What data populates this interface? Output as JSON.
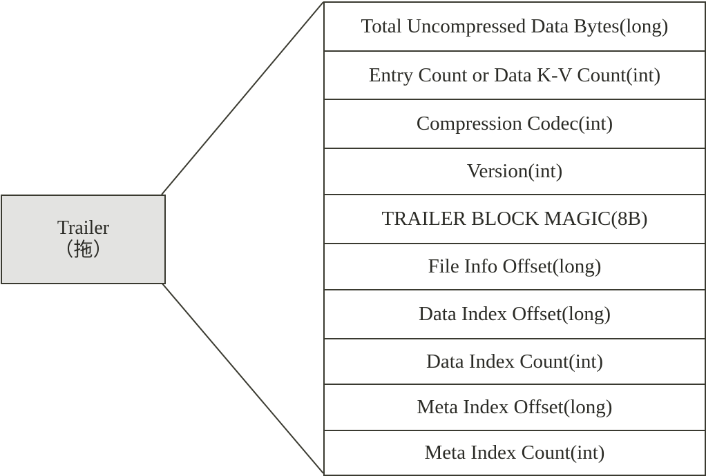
{
  "trailer": {
    "title": "Trailer",
    "subtitle": "（拖）"
  },
  "fields": [
    "Total Uncompressed Data Bytes(long)",
    "Entry Count or Data K-V Count(int)",
    "Compression Codec(int)",
    "Version(int)",
    "TRAILER BLOCK MAGIC(8B)",
    "File Info Offset(long)",
    "Data Index Offset(long)",
    "Data Index Count(int)",
    "Meta Index Offset(long)",
    "Meta Index Count(int)"
  ],
  "colors": {
    "line": "#3a3a30",
    "box_fill": "#e3e3e1",
    "text": "#2b2b26"
  }
}
